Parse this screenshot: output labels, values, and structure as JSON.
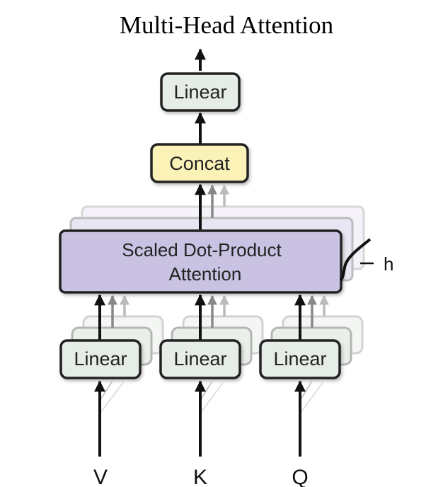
{
  "title": "Multi-Head Attention",
  "blocks": {
    "output_linear": "Linear",
    "concat": "Concat",
    "attention_line1": "Scaled Dot-Product",
    "attention_line2": "Attention",
    "linear_v": "Linear",
    "linear_k": "Linear",
    "linear_q": "Linear"
  },
  "heads_label": "h",
  "inputs": [
    "V",
    "K",
    "Q"
  ],
  "colors": {
    "linear_fill": "#e6ede6",
    "concat_fill": "#fbf2b8",
    "attention_fill": "#c9c2e2",
    "stroke": "#222222"
  }
}
